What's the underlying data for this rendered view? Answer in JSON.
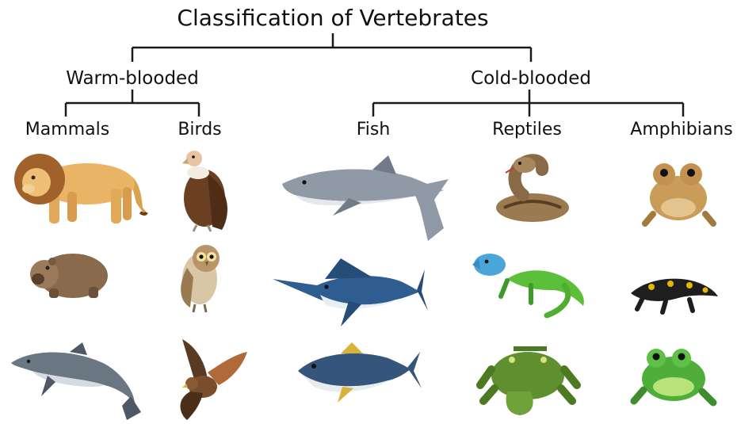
{
  "title": "Classification of Vertebrates",
  "colors": {
    "line": "#1a1a1a",
    "text": "#111111",
    "background": "#ffffff"
  },
  "groups": [
    {
      "label": "Warm-blooded",
      "classes": [
        {
          "label": "Mammals",
          "animals": [
            "lion-icon",
            "wombat-icon",
            "dolphin-icon"
          ]
        },
        {
          "label": "Birds",
          "animals": [
            "vulture-icon",
            "owl-icon",
            "hawk-icon"
          ]
        }
      ]
    },
    {
      "label": "Cold-blooded",
      "classes": [
        {
          "label": "Fish",
          "animals": [
            "shark-icon",
            "marlin-icon",
            "tuna-icon"
          ]
        },
        {
          "label": "Reptiles",
          "animals": [
            "rattlesnake-icon",
            "iguana-icon",
            "crocodile-icon"
          ]
        },
        {
          "label": "Amphibians",
          "animals": [
            "toad-icon",
            "salamander-icon",
            "frog-icon"
          ]
        }
      ]
    }
  ]
}
